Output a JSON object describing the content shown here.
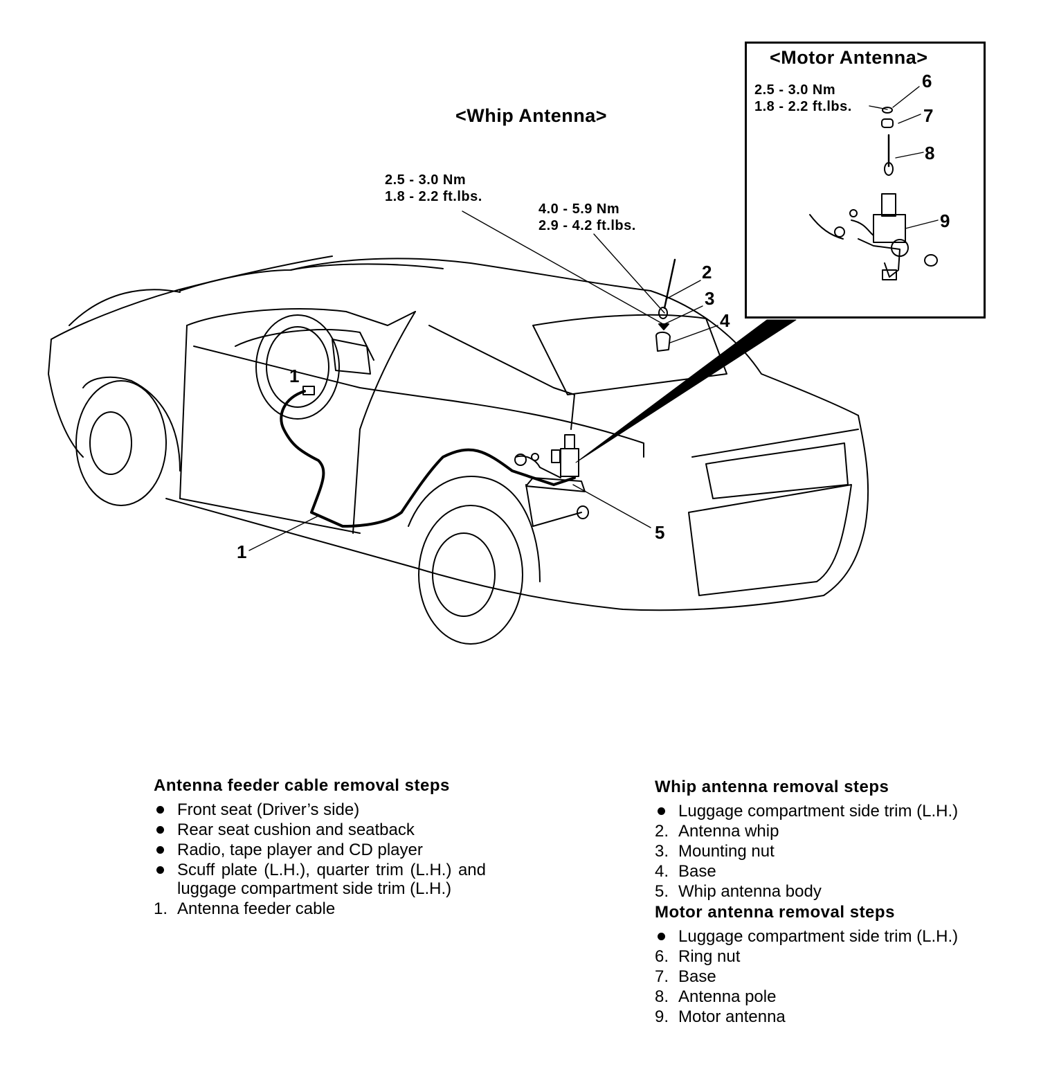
{
  "diagram": {
    "whip_title": "<Whip Antenna>",
    "motor_title": "<Motor Antenna>",
    "whip_torque_nut": {
      "line1": "2.5 - 3.0 Nm",
      "line2": "1.8 - 2.2 ft.lbs."
    },
    "whip_torque_base": {
      "line1": "4.0 - 5.9 Nm",
      "line2": "2.9 - 4.2 ft.lbs."
    },
    "motor_torque": {
      "line1": "2.5 - 3.0 Nm",
      "line2": "1.8 - 2.2 ft.lbs."
    },
    "callouts": [
      "1",
      "1",
      "2",
      "3",
      "4",
      "5",
      "6",
      "7",
      "8",
      "9"
    ]
  },
  "feeder_steps": {
    "heading": "Antenna feeder cable removal steps",
    "items": [
      {
        "marker": "bullet",
        "text": "Front seat (Driver’s side)"
      },
      {
        "marker": "bullet",
        "text": "Rear seat cushion and seatback"
      },
      {
        "marker": "bullet",
        "text": "Radio, tape player and CD player"
      },
      {
        "marker": "bullet",
        "text": "Scuff plate (L.H.), quarter trim (L.H.) and luggage compartment side trim (L.H.)"
      },
      {
        "marker": "1.",
        "text": "Antenna feeder cable"
      }
    ]
  },
  "whip_steps": {
    "heading": "Whip antenna removal steps",
    "items": [
      {
        "marker": "bullet",
        "text": "Luggage compartment side trim (L.H.)"
      },
      {
        "marker": "2.",
        "text": "Antenna whip"
      },
      {
        "marker": "3.",
        "text": "Mounting nut"
      },
      {
        "marker": "4.",
        "text": "Base"
      },
      {
        "marker": "5.",
        "text": "Whip antenna body"
      }
    ]
  },
  "motor_steps": {
    "heading": "Motor antenna removal steps",
    "items": [
      {
        "marker": "bullet",
        "text": "Luggage compartment side trim (L.H.)"
      },
      {
        "marker": "6.",
        "text": "Ring nut"
      },
      {
        "marker": "7.",
        "text": "Base"
      },
      {
        "marker": "8.",
        "text": "Antenna pole"
      },
      {
        "marker": "9.",
        "text": "Motor antenna"
      }
    ]
  }
}
